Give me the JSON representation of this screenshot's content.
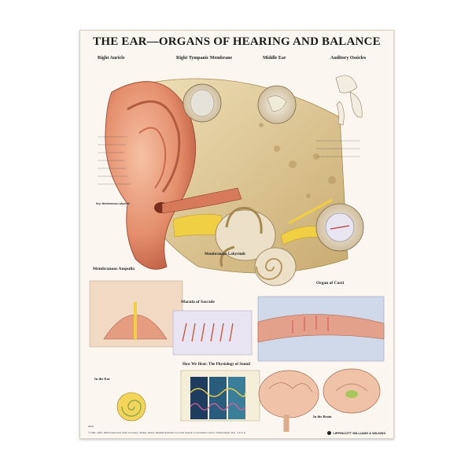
{
  "poster": {
    "title": "THE EAR—ORGANS OF HEARING AND BALANCE",
    "sections": {
      "right_auricle": "Right Auricle",
      "right_tympanic_membrane": "Right Tympanic Membrane",
      "middle_ear": "Middle Ear",
      "auditory_ossicles": "Auditory Ossicles",
      "membranous_labyrinth": "Membranous Labyrinth",
      "membranous_ampulla": "Membranous Ampulla",
      "macula_of_saccule": "Macula of Saccule",
      "organ_of_corti": "Organ of Corti",
      "how_we_hear": "How We Hear: The Physiology of Sound",
      "in_the_ear": "In the Ear",
      "in_the_brain": "In the Brain"
    },
    "key_title": "Key: Membranous Labyrinth",
    "footer": "© 1991, 1997, 2000 Anatomical Chart Company, Skokie, Illinois. Medical illustration by Keith Kasnot in consultation with C. Philip Daspit, M.D., F.A.C.S.",
    "code": "9818",
    "brand": "LIPPINCOTT WILLIAMS & WILKINS",
    "colors": {
      "skin": "#e89a7a",
      "bone": "#e6d3a6",
      "nerve": "#f2d34a",
      "membrane": "#d6d0e8",
      "background": "#fbf7f0"
    }
  }
}
